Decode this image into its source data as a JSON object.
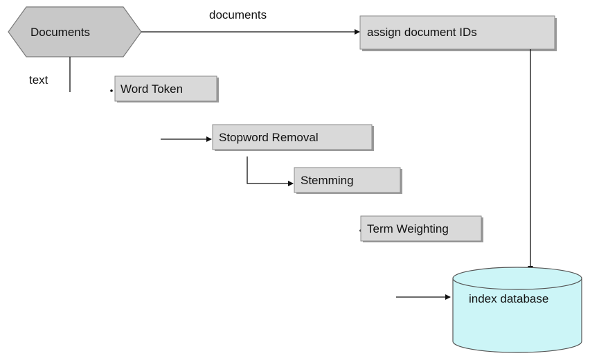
{
  "nodes": {
    "documents": "Documents",
    "assign_ids": "assign document IDs",
    "word_token": "Word Token",
    "stopword_removal": "Stopword Removal",
    "stemming": "Stemming",
    "term_weighting": "Term Weighting",
    "index_database": "index database"
  },
  "edge_labels": {
    "documents": "documents",
    "text": "text"
  },
  "colors": {
    "process_box": "#d9d9d9",
    "hexagon": "#c8c8c8",
    "database": "#ccf5f7",
    "lines": "#111111"
  }
}
